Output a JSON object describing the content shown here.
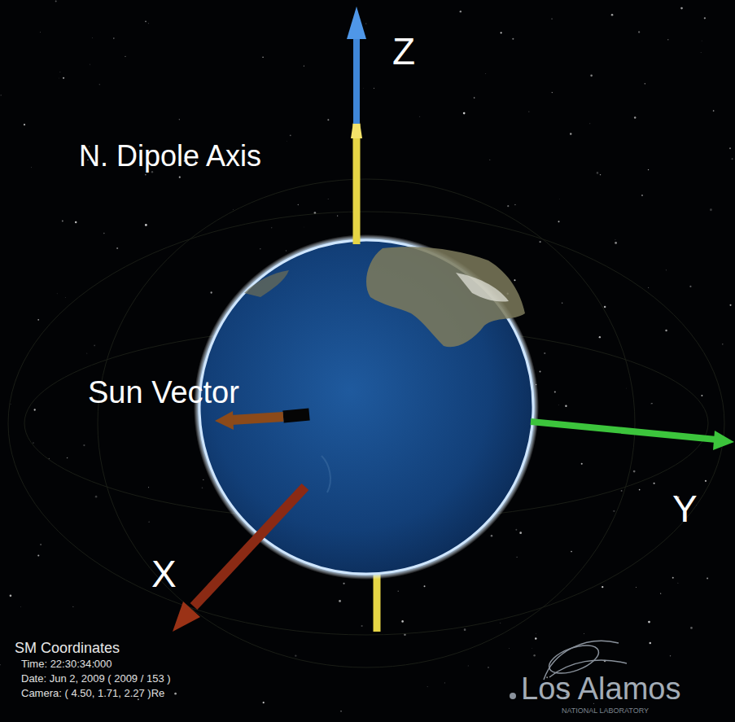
{
  "diagram": {
    "labels": [
      "Z",
      "N. Dipole Axis",
      "Sun Vector",
      "Y",
      "X",
      "SM Coordinates",
      "Time: 22:30:34.000",
      "Date: Jun 2, 2009 ( 2009 / 153 )",
      "Camera: ( 4.50, 1.71, 2.27 )Re",
      "Los Alamos",
      "NATIONAL LABORATORY"
    ]
  }
}
